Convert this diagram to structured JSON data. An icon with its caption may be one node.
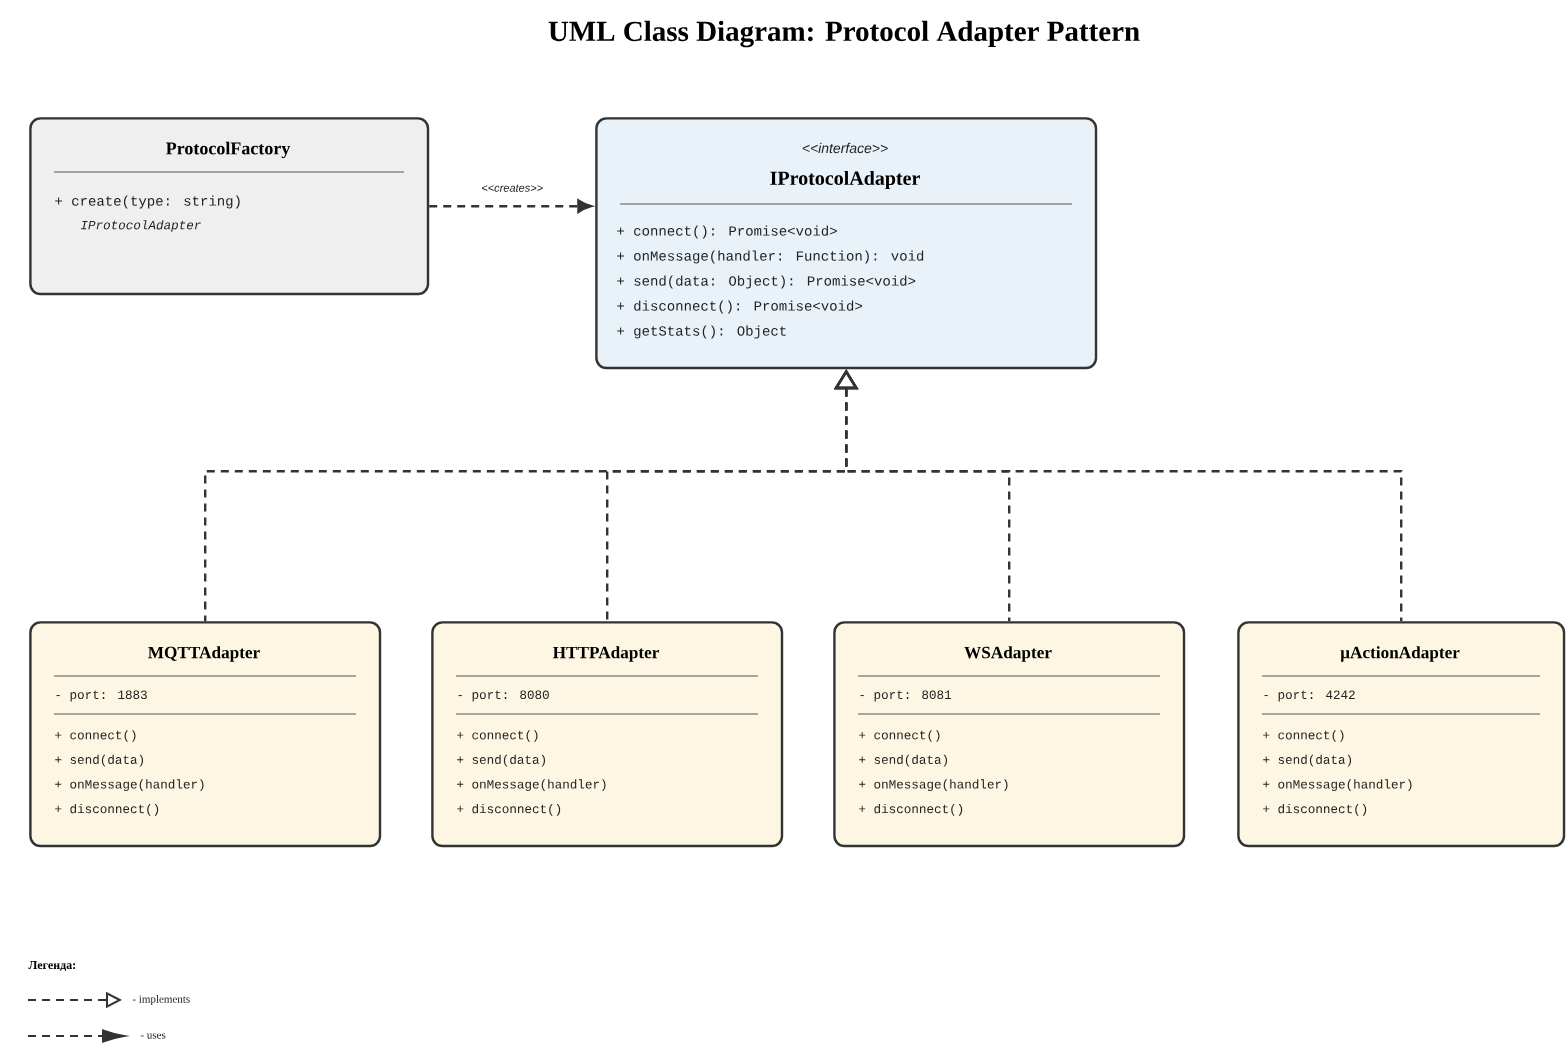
{
  "diagram": {
    "title": "UML Class Diagram: Protocol Adapter Pattern",
    "nodes": [
      {
        "text": [
          "ProtocolFactory",
          "+ create(type: string)",
          "IProtocolAdapter"
        ]
      },
      {
        "text": [
          "<<interface>>",
          "IProtocolAdapter",
          "+ connect(): Promise<void>",
          "+ onMessage(handler: Function): void",
          "+ send(data: Object): Promise<void>",
          "+ disconnect(): Promise<void>",
          "+ getStats(): Object"
        ]
      },
      {
        "text": [
          "MQTTAdapter",
          "- port: 1883",
          "+ connect()",
          "+ send(data)",
          "+ onMessage(handler)",
          "+ disconnect()"
        ]
      },
      {
        "text": [
          "HTTPAdapter",
          "- port: 8080",
          "+ connect()",
          "+ send(data)",
          "+ onMessage(handler)",
          "+ disconnect()"
        ]
      },
      {
        "text": [
          "WSAdapter",
          "- port: 8081",
          "+ connect()",
          "+ send(data)",
          "+ onMessage(handler)",
          "+ disconnect()"
        ]
      },
      {
        "text": [
          "µActionAdapter",
          "- port: 4242",
          "+ connect()",
          "+ send(data)",
          "+ onMessage(handler)",
          "+ disconnect()"
        ]
      }
    ],
    "edges": [
      {
        "from": 0,
        "to": 1,
        "arrow": "to",
        "label": "<<creates>>",
        "style": "dashed"
      },
      {
        "from": 2,
        "to": 1,
        "arrow": "to",
        "style": "dashed"
      },
      {
        "from": 3,
        "to": 1,
        "arrow": "to",
        "style": "dashed"
      },
      {
        "from": 4,
        "to": 1,
        "arrow": "to",
        "style": "dashed"
      },
      {
        "from": 5,
        "to": 1,
        "arrow": "to",
        "style": "dashed"
      }
    ],
    "labels": [
      "Легенда:"
    ],
    "legend": [
      {
        "text": "- implements"
      },
      {
        "text": "- uses"
      }
    ]
  }
}
